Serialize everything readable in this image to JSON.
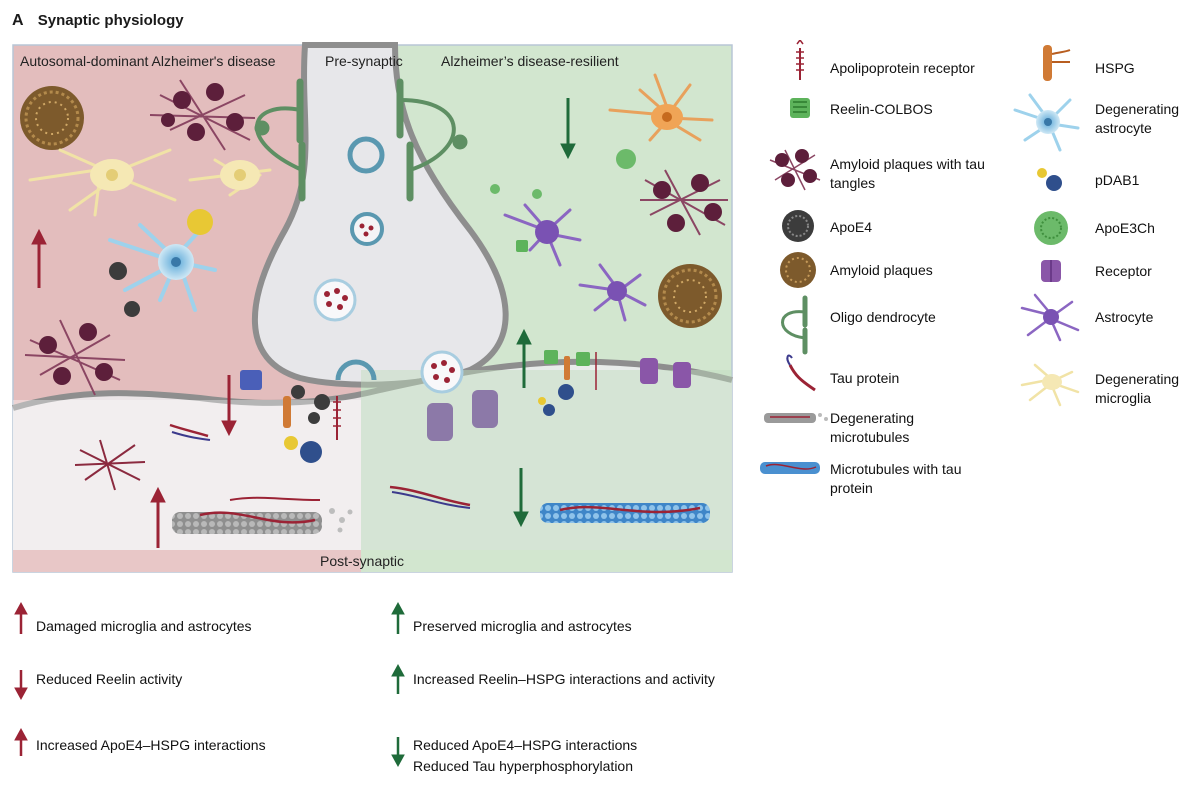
{
  "figure": {
    "panel_letter": "A",
    "title": "Synaptic physiology"
  },
  "diagram": {
    "left_region_label": "Autosomal-dominant Alzheimer's disease",
    "top_label": "Pre-synaptic",
    "right_region_label": "Alzheimer’s disease-resilient",
    "bottom_label": "Post-synaptic",
    "colors": {
      "disease_bg": "#e3bdbd",
      "resilient_bg": "#d2e6cf",
      "neuron_fill": "#e7e7ea",
      "membrane": "#9a9a9a",
      "red_arrow": "#9b2335",
      "green_arrow": "#1f6b3a"
    }
  },
  "legend": {
    "left_column": [
      {
        "icon": "apolipoprotein-receptor-icon",
        "label": "Apolipoprotein receptor"
      },
      {
        "icon": "reelin-colbos-icon",
        "label": "Reelin-COLBOS"
      },
      {
        "icon": "amyloid-plaques-tau-icon",
        "label": "Amyloid plaques with tau tangles"
      },
      {
        "icon": "apoe4-icon",
        "label": "ApoE4"
      },
      {
        "icon": "amyloid-plaques-icon",
        "label": "Amyloid plaques"
      },
      {
        "icon": "oligodendrocyte-icon",
        "label": "Oligo dendrocyte"
      },
      {
        "icon": "tau-protein-icon",
        "label": "Tau protein"
      },
      {
        "icon": "degenerating-microtubules-icon",
        "label": "Degenerating microtubules"
      },
      {
        "icon": "microtubules-tau-icon",
        "label": "Microtubules with tau protein"
      }
    ],
    "right_column": [
      {
        "icon": "hspg-icon",
        "label": "HSPG"
      },
      {
        "icon": "degenerating-astrocyte-icon",
        "label": "Degenerating astrocyte"
      },
      {
        "icon": "pdab1-icon",
        "label": "pDAB1"
      },
      {
        "icon": "apoe3ch-icon",
        "label": "ApoE3Ch"
      },
      {
        "icon": "receptor-icon",
        "label": "Receptor"
      },
      {
        "icon": "astrocyte-icon",
        "label": "Astrocyte"
      },
      {
        "icon": "degenerating-microglia-icon",
        "label": "Degenerating microglia"
      }
    ]
  },
  "key": {
    "left": [
      {
        "direction": "up",
        "label": "Damaged microglia and astrocytes"
      },
      {
        "direction": "down",
        "label": "Reduced Reelin activity"
      },
      {
        "direction": "up",
        "label": "Increased ApoE4–HSPG interactions"
      }
    ],
    "right": [
      {
        "direction": "up",
        "label": "Preserved microglia and astrocytes"
      },
      {
        "direction": "up",
        "label": "Increased Reelin–HSPG interactions and activity"
      },
      {
        "direction": "down",
        "label": "Reduced ApoE4–HSPG interactions",
        "label2": "Reduced Tau hyperphosphorylation"
      }
    ]
  }
}
